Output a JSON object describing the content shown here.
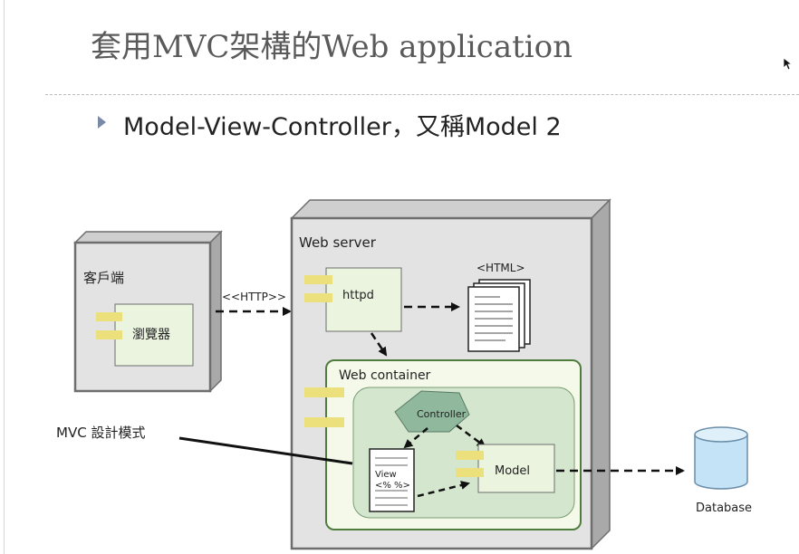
{
  "title": "套用MVC架構的Web application",
  "bullet": "Model-View-Controller，又稱Model 2",
  "diagram": {
    "client_label": "客戶端",
    "browser_label": "瀏覽器",
    "http_label": "<<HTTP>>",
    "web_server_label": "Web server",
    "httpd_label": "httpd",
    "html_label": "<HTML>",
    "web_container_label": "Web container",
    "controller_label": "Controller",
    "model_label": "Model",
    "view_label": "View",
    "view_code": "<% %>",
    "mvc_label": "MVC 設計模式",
    "database_label": "Database"
  },
  "colors": {
    "node_face": "#e3e3e3",
    "node_side": "#a9a9a9",
    "node_border": "#6e6e6e",
    "component_fill": "#ebf4df",
    "port_fill": "#ece07c",
    "container_border": "#5a8a4a",
    "controller_fill": "#8fb89c",
    "database_fill": "#c5e3f6"
  }
}
